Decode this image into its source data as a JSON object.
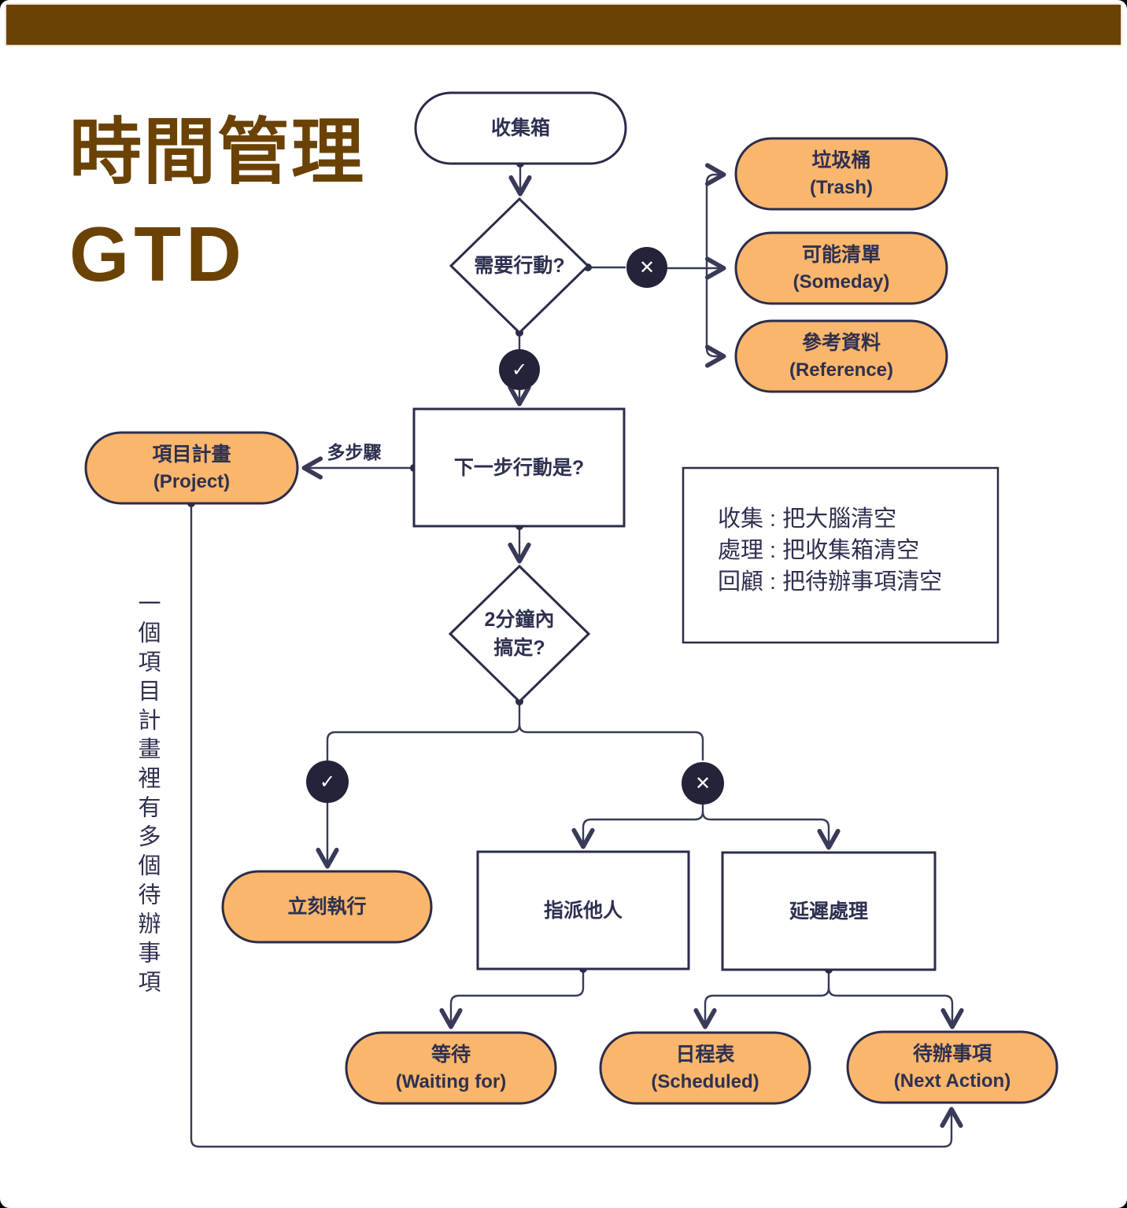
{
  "title": {
    "line1": "時間管理",
    "line2": "GTD"
  },
  "nodes": {
    "inbox": {
      "label": "收集箱"
    },
    "need_action": {
      "label": "需要行動?"
    },
    "trash": {
      "label": "垃圾桶",
      "sublabel": "(Trash)"
    },
    "someday": {
      "label": "可能清單",
      "sublabel": "(Someday)"
    },
    "reference": {
      "label": "參考資料",
      "sublabel": "(Reference)"
    },
    "next_step_q": {
      "label": "下一步行動是?"
    },
    "project": {
      "label": "項目計畫",
      "sublabel": "(Project)"
    },
    "two_min": {
      "label": "2分鐘內",
      "sublabel": "搞定?"
    },
    "do_now": {
      "label": "立刻執行"
    },
    "delegate": {
      "label": "指派他人"
    },
    "defer": {
      "label": "延遲處理"
    },
    "waiting": {
      "label": "等待",
      "sublabel": "(Waiting for)"
    },
    "scheduled": {
      "label": "日程表",
      "sublabel": "(Scheduled)"
    },
    "next_action": {
      "label": "待辦事項",
      "sublabel": "(Next Action)"
    }
  },
  "edges": {
    "multi_step_label": "多步驟"
  },
  "badges": {
    "yes": "✓",
    "no": "✕"
  },
  "notes": {
    "box_lines": [
      "收集 : 把大腦清空",
      "處理 : 把收集箱清空",
      "回顧 : 把待辦事項清空"
    ],
    "side_note": "一個項目計畫裡有多個待辦事項"
  },
  "colors": {
    "header_brown": "#6b4205",
    "highlight_orange": "#f9b66c",
    "shape_border_navy": "#2b2c49",
    "connector_navy": "#383a58",
    "badge_circle": "#232339"
  }
}
